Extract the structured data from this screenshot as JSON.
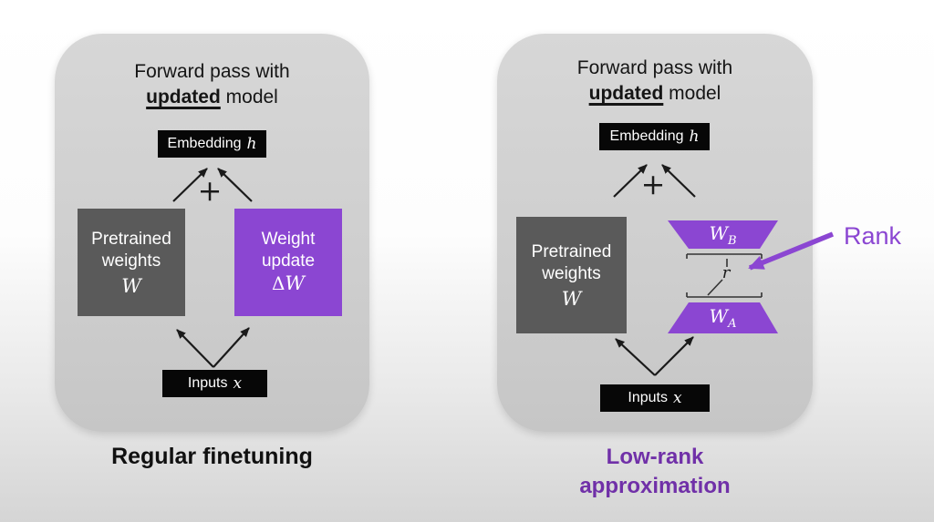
{
  "colors": {
    "panel_gray": "#cfcfcf",
    "dark_box": "#5a5a5a",
    "purple": "#8b46d2",
    "caption_purple": "#7030a8",
    "black_box": "#070707",
    "arrow_black": "#1a1a1a"
  },
  "left_panel": {
    "title_line1": "Forward pass with",
    "title_emphasis": "updated",
    "title_rest": " model",
    "embedding": {
      "label": "Embedding",
      "math": "h"
    },
    "plus": "+",
    "pretrained": {
      "line1": "Pretrained",
      "line2": "weights",
      "math": "W"
    },
    "weight_update": {
      "line1": "Weight",
      "line2": "update",
      "math_delta": "Δ",
      "math_w": "W"
    },
    "inputs": {
      "label": "Inputs",
      "math": "x"
    },
    "caption": "Regular finetuning"
  },
  "right_panel": {
    "title_line1": "Forward pass with",
    "title_emphasis": "updated",
    "title_rest": " model",
    "embedding": {
      "label": "Embedding",
      "math": "h"
    },
    "plus": "+",
    "pretrained": {
      "line1": "Pretrained",
      "line2": "weights",
      "math": "W"
    },
    "wb": {
      "base": "W",
      "sub": "B"
    },
    "wa": {
      "base": "W",
      "sub": "A"
    },
    "rank_dim": "r",
    "inputs": {
      "label": "Inputs",
      "math": "x"
    },
    "caption_line1": "Low-rank",
    "caption_line2": "approximation"
  },
  "annotation": {
    "rank_label": "Rank"
  }
}
